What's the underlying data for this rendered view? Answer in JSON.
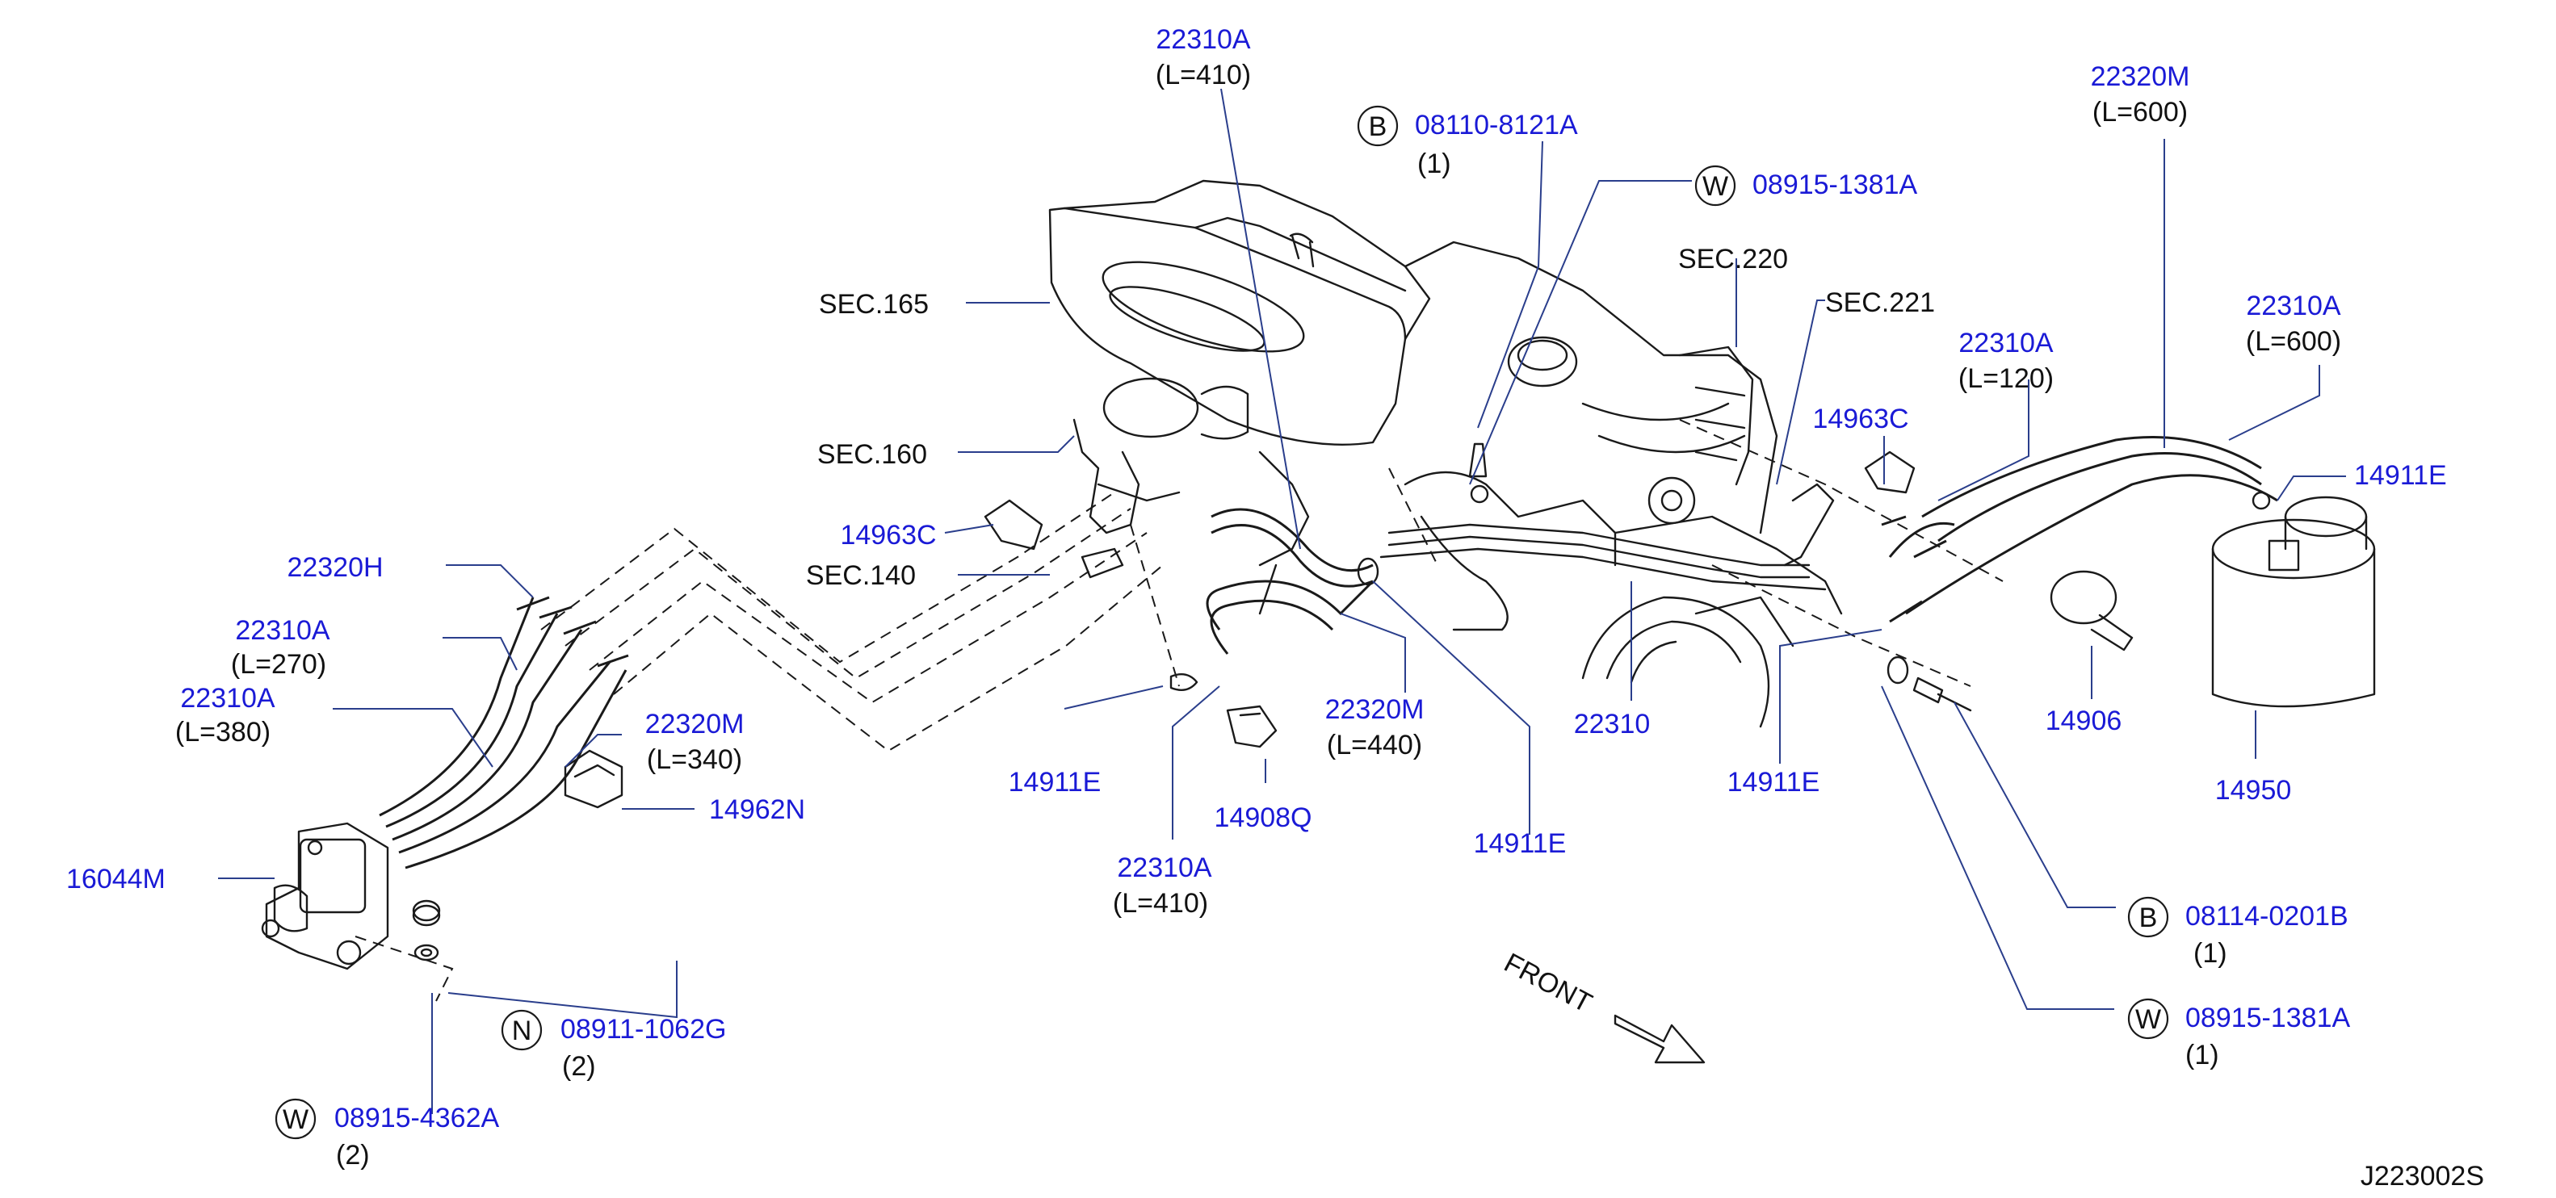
{
  "callouts": [
    {
      "id": "c1",
      "part": "22310A",
      "qty": "(L=410)"
    },
    {
      "id": "c2",
      "letter": "B",
      "part": "08110-8121A",
      "qty": "(1)"
    },
    {
      "id": "c3",
      "letter": "W",
      "part": "08915-1381A"
    },
    {
      "id": "c4",
      "part": "22320M",
      "qty": "(L=600)"
    },
    {
      "id": "c5",
      "part": "22310A",
      "qty": "(L=600)"
    },
    {
      "id": "c6",
      "part": "22310A",
      "qty": "(L=120)"
    },
    {
      "id": "c7",
      "part": "14963C"
    },
    {
      "id": "c8",
      "part": "14911E"
    },
    {
      "id": "c9",
      "part": "14963C"
    },
    {
      "id": "c10",
      "part": "22320H"
    },
    {
      "id": "c11",
      "part": "22310A",
      "qty": "(L=270)"
    },
    {
      "id": "c12",
      "part": "22310A",
      "qty": "(L=380)"
    },
    {
      "id": "c13",
      "part": "22320M",
      "qty": "(L=340)"
    },
    {
      "id": "c14",
      "part": "14962N"
    },
    {
      "id": "c15",
      "part": "16044M"
    },
    {
      "id": "c16",
      "part": "14911E"
    },
    {
      "id": "c17",
      "part": "22320M",
      "qty": "(L=440)"
    },
    {
      "id": "c18",
      "part": "22310"
    },
    {
      "id": "c19",
      "part": "14911E"
    },
    {
      "id": "c20",
      "part": "14906"
    },
    {
      "id": "c21",
      "part": "14950"
    },
    {
      "id": "c22",
      "part": "14908Q"
    },
    {
      "id": "c23",
      "part": "14911E"
    },
    {
      "id": "c24",
      "part": "22310A",
      "qty": "(L=410)"
    },
    {
      "id": "c25",
      "letter": "B",
      "part": "08114-0201B",
      "qty": "(1)"
    },
    {
      "id": "c26",
      "letter": "W",
      "part": "08915-1381A",
      "qty": "(1)"
    },
    {
      "id": "c27",
      "letter": "N",
      "part": "08911-1062G",
      "qty": "(2)"
    },
    {
      "id": "c28",
      "letter": "W",
      "part": "08915-4362A",
      "qty": "(2)"
    }
  ],
  "sections": [
    "SEC.165",
    "SEC.160",
    "SEC.140",
    "SEC.220",
    "SEC.221"
  ],
  "front_label": "FRONT",
  "diagram_code": "J223002S"
}
